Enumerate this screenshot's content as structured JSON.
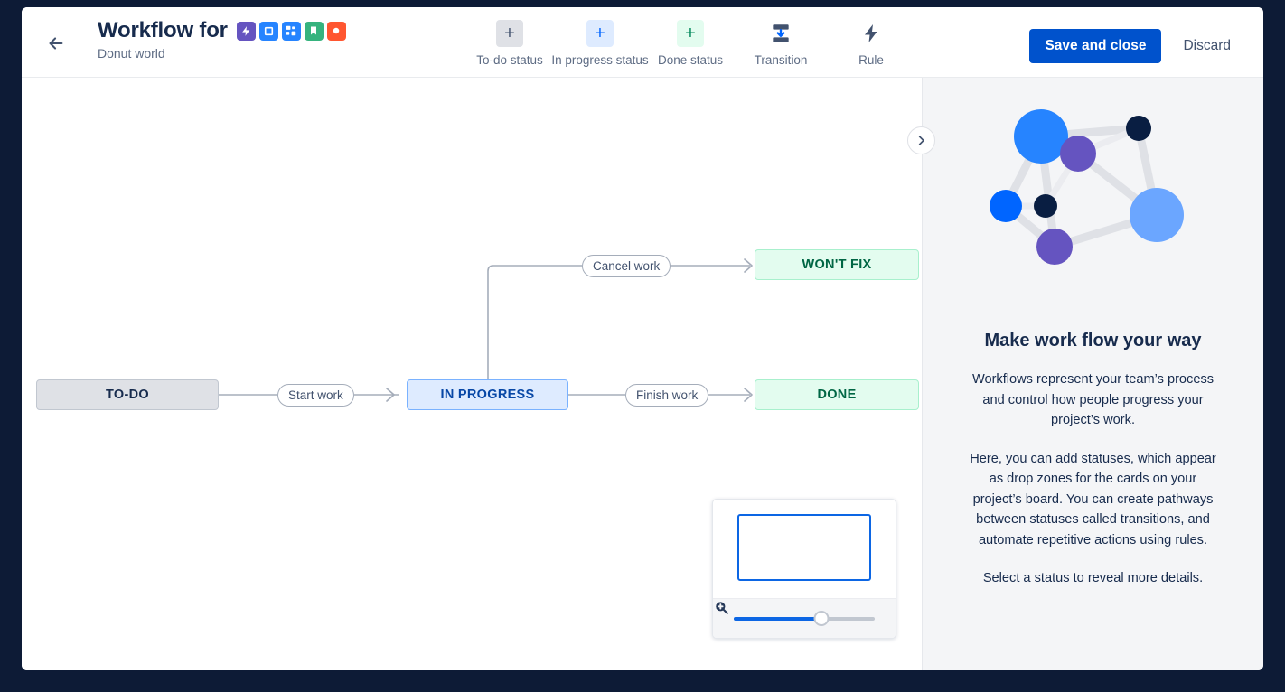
{
  "header": {
    "back_icon": "arrow-left-icon",
    "title": "Workflow for",
    "subtitle": "Donut world",
    "app_icons": [
      {
        "name": "bolt-icon",
        "color": "#6554c0"
      },
      {
        "name": "square-icon",
        "color": "#2684ff"
      },
      {
        "name": "node-icon",
        "color": "#2684ff"
      },
      {
        "name": "bookmark-icon",
        "color": "#36b37e"
      },
      {
        "name": "circle-icon",
        "color": "#ff5630"
      }
    ],
    "tools": [
      {
        "label": "To-do status",
        "icon": "plus-icon",
        "glyph": "+"
      },
      {
        "label": "In progress status",
        "icon": "plus-icon",
        "glyph": "+"
      },
      {
        "label": "Done status",
        "icon": "plus-icon",
        "glyph": "+"
      },
      {
        "label": "Transition",
        "icon": "transition-icon",
        "glyph": ""
      },
      {
        "label": "Rule",
        "icon": "lightning-bolt-icon",
        "glyph": ""
      }
    ],
    "save_label": "Save and close",
    "discard_label": "Discard",
    "primary_color": "#0052cc"
  },
  "canvas": {
    "collapse_icon": "chevron-right-icon",
    "nodes": [
      {
        "id": "todo",
        "label": "TO-DO",
        "category": "todo"
      },
      {
        "id": "inprog",
        "label": "IN PROGRESS",
        "category": "inprogress"
      },
      {
        "id": "wontfix",
        "label": "WON'T FIX",
        "category": "done"
      },
      {
        "id": "done",
        "label": "DONE",
        "category": "done"
      }
    ],
    "transitions": [
      {
        "label": "Start work",
        "from": "todo",
        "to": "inprog"
      },
      {
        "label": "Cancel work",
        "from": "inprog",
        "to": "wontfix"
      },
      {
        "label": "Finish work",
        "from": "inprog",
        "to": "done"
      }
    ],
    "minimap": {
      "zoom_out_icon": "zoom-out-icon",
      "zoom_in_icon": "zoom-in-icon",
      "zoom_percent": 62
    }
  },
  "panel": {
    "art": "network-graph-illustration",
    "title": "Make work flow your way",
    "paragraph1": "Workflows represent your team’s process and control how people progress your project’s work.",
    "paragraph2": "Here, you can add statuses, which appear as drop zones for the cards on your project’s board. You can create pathways between statuses called transitions, and automate repetitive actions using rules.",
    "paragraph3": "Select a status to reveal more details."
  }
}
